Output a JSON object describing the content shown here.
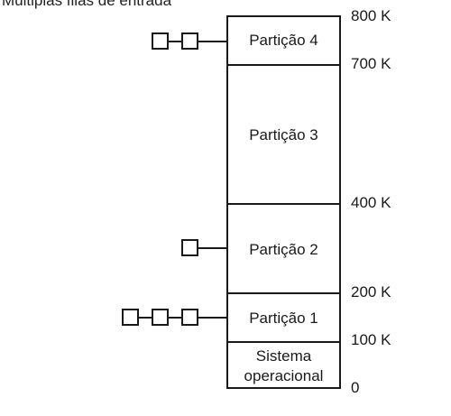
{
  "header": {
    "title": "Múltiplas filas de entrada"
  },
  "partitions": [
    {
      "label": "Partição 4"
    },
    {
      "label": "Partição 3"
    },
    {
      "label": "Partição 2"
    },
    {
      "label": "Partição 1"
    },
    {
      "label_line1": "Sistema",
      "label_line2": "operacional"
    }
  ],
  "addresses": [
    "800 K",
    "700 K",
    "400 K",
    "200 K",
    "100 K",
    "0"
  ],
  "queues": {
    "particao4": 2,
    "particao2": 1,
    "particao1": 3
  }
}
